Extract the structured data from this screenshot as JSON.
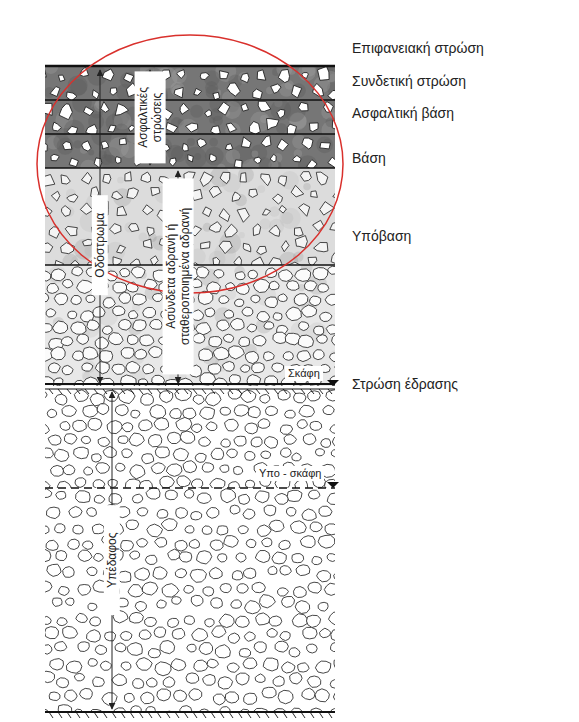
{
  "diagram": {
    "nodes": [
      {
        "text": [
          "Επιφανειακή στρώση"
        ]
      },
      {
        "text": [
          "Συνδετική στρώση"
        ]
      },
      {
        "text": [
          "Ασφαλτική βάση"
        ]
      },
      {
        "text": [
          "Βάση"
        ]
      },
      {
        "text": [
          "Υπόβαση"
        ]
      },
      {
        "text": [
          "Στρώση έδρασης"
        ]
      }
    ],
    "labels": [
      "Ασφαλτικές στρώσεις",
      "Οδόστρωμα",
      "Ασύνδετα αδρανή ή σταθεροποιημένα αδρανή",
      "Σκάφη",
      "Υπο - σκάφη",
      "Υπέδαφος"
    ]
  }
}
